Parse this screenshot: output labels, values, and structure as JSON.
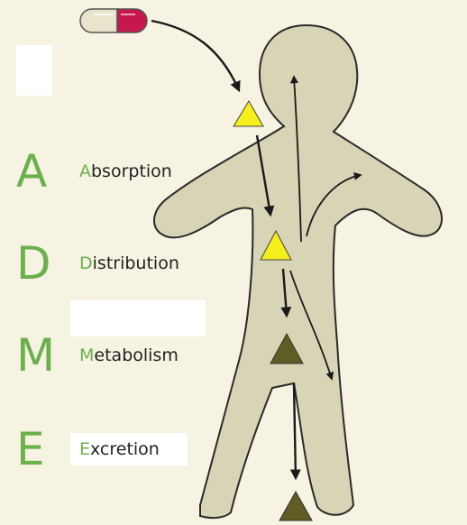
{
  "colors": {
    "background": "#f6f3e2",
    "body_fill": "#d7d5b5",
    "body_outline": "#2a2a2a",
    "letter_green": "#6ab04c",
    "triangle_yellow": "#f5ef1a",
    "triangle_olive": "#5f5c24",
    "capsule_light": "#e9e5cd",
    "capsule_magenta": "#c8174e"
  },
  "icons": {
    "capsule": "pill-capsule-icon",
    "active_drug": "yellow-triangle-icon",
    "metabolite": "olive-triangle-icon"
  },
  "stages": [
    {
      "letter": "A",
      "initial": "A",
      "rest": "bsorption"
    },
    {
      "letter": "D",
      "initial": "D",
      "rest": "istribution"
    },
    {
      "letter": "M",
      "initial": "M",
      "rest": "etabolism"
    },
    {
      "letter": "E",
      "initial": "E",
      "rest": "xcretion"
    }
  ]
}
